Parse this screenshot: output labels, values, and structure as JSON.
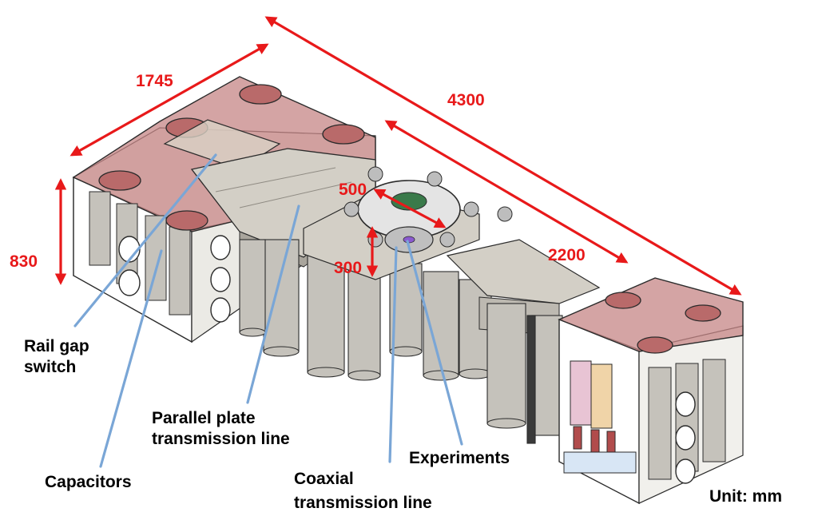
{
  "colors": {
    "dimension": "#e8191a",
    "leader": "#7aa6d6",
    "housing_fill": "#b84a4a",
    "frame_gray": "#c9c7c1",
    "cylinder_gray": "#c5c2bb",
    "edge": "#2b2b2b"
  },
  "dimensions": {
    "d1745": "1745",
    "d4300": "4300",
    "d500": "500",
    "d2200": "2200",
    "d830": "830",
    "d300": "300"
  },
  "labels": {
    "rail_gap_switch": [
      "Rail gap",
      "switch"
    ],
    "capacitors": "Capacitors",
    "parallel_plate": [
      "Parallel plate",
      "transmission line"
    ],
    "coaxial": [
      "Coaxial",
      "transmission line"
    ],
    "experiments": "Experiments"
  },
  "unit": "Unit: mm"
}
